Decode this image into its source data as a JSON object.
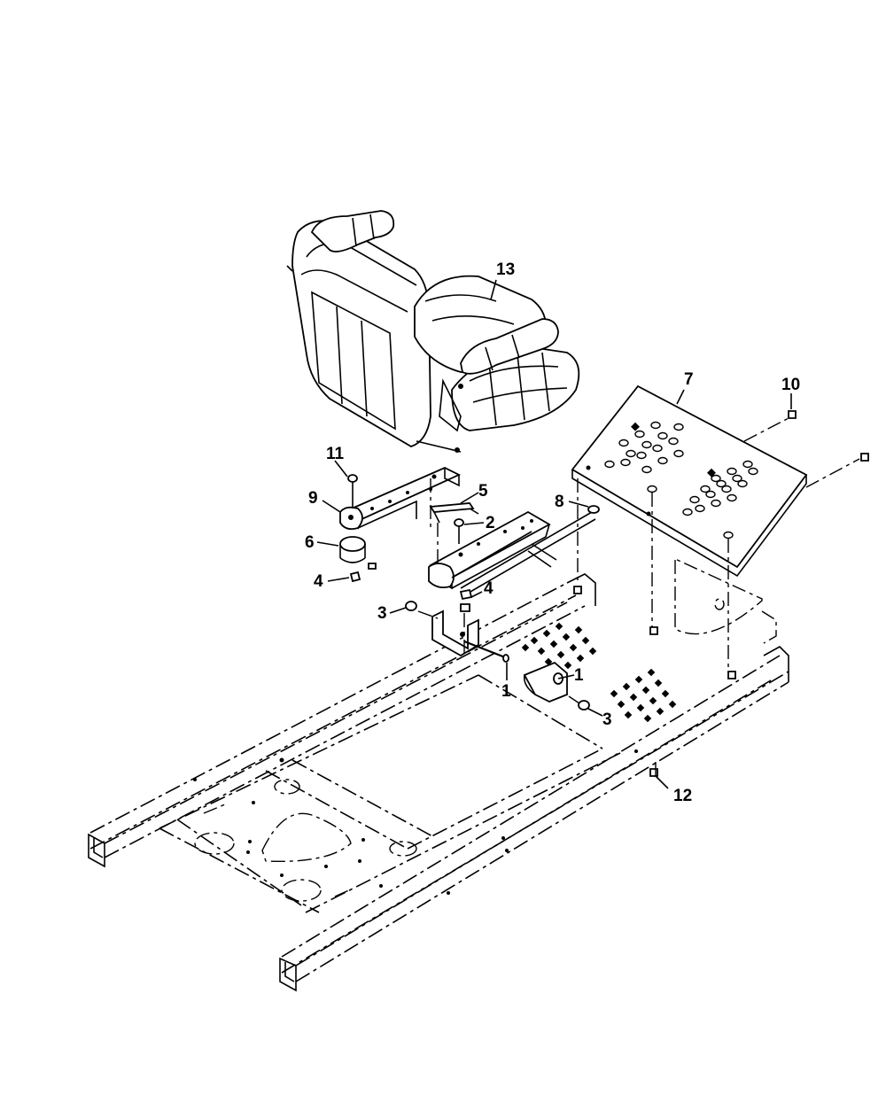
{
  "diagram": {
    "callouts": {
      "c1a": "1",
      "c1b": "1",
      "c2": "2",
      "c3a": "3",
      "c3b": "3",
      "c4a": "4",
      "c4b": "4",
      "c5": "5",
      "c6": "6",
      "c7": "7",
      "c8": "8",
      "c9": "9",
      "c10": "10",
      "c11": "11",
      "c12": "12",
      "c13": "13"
    }
  }
}
